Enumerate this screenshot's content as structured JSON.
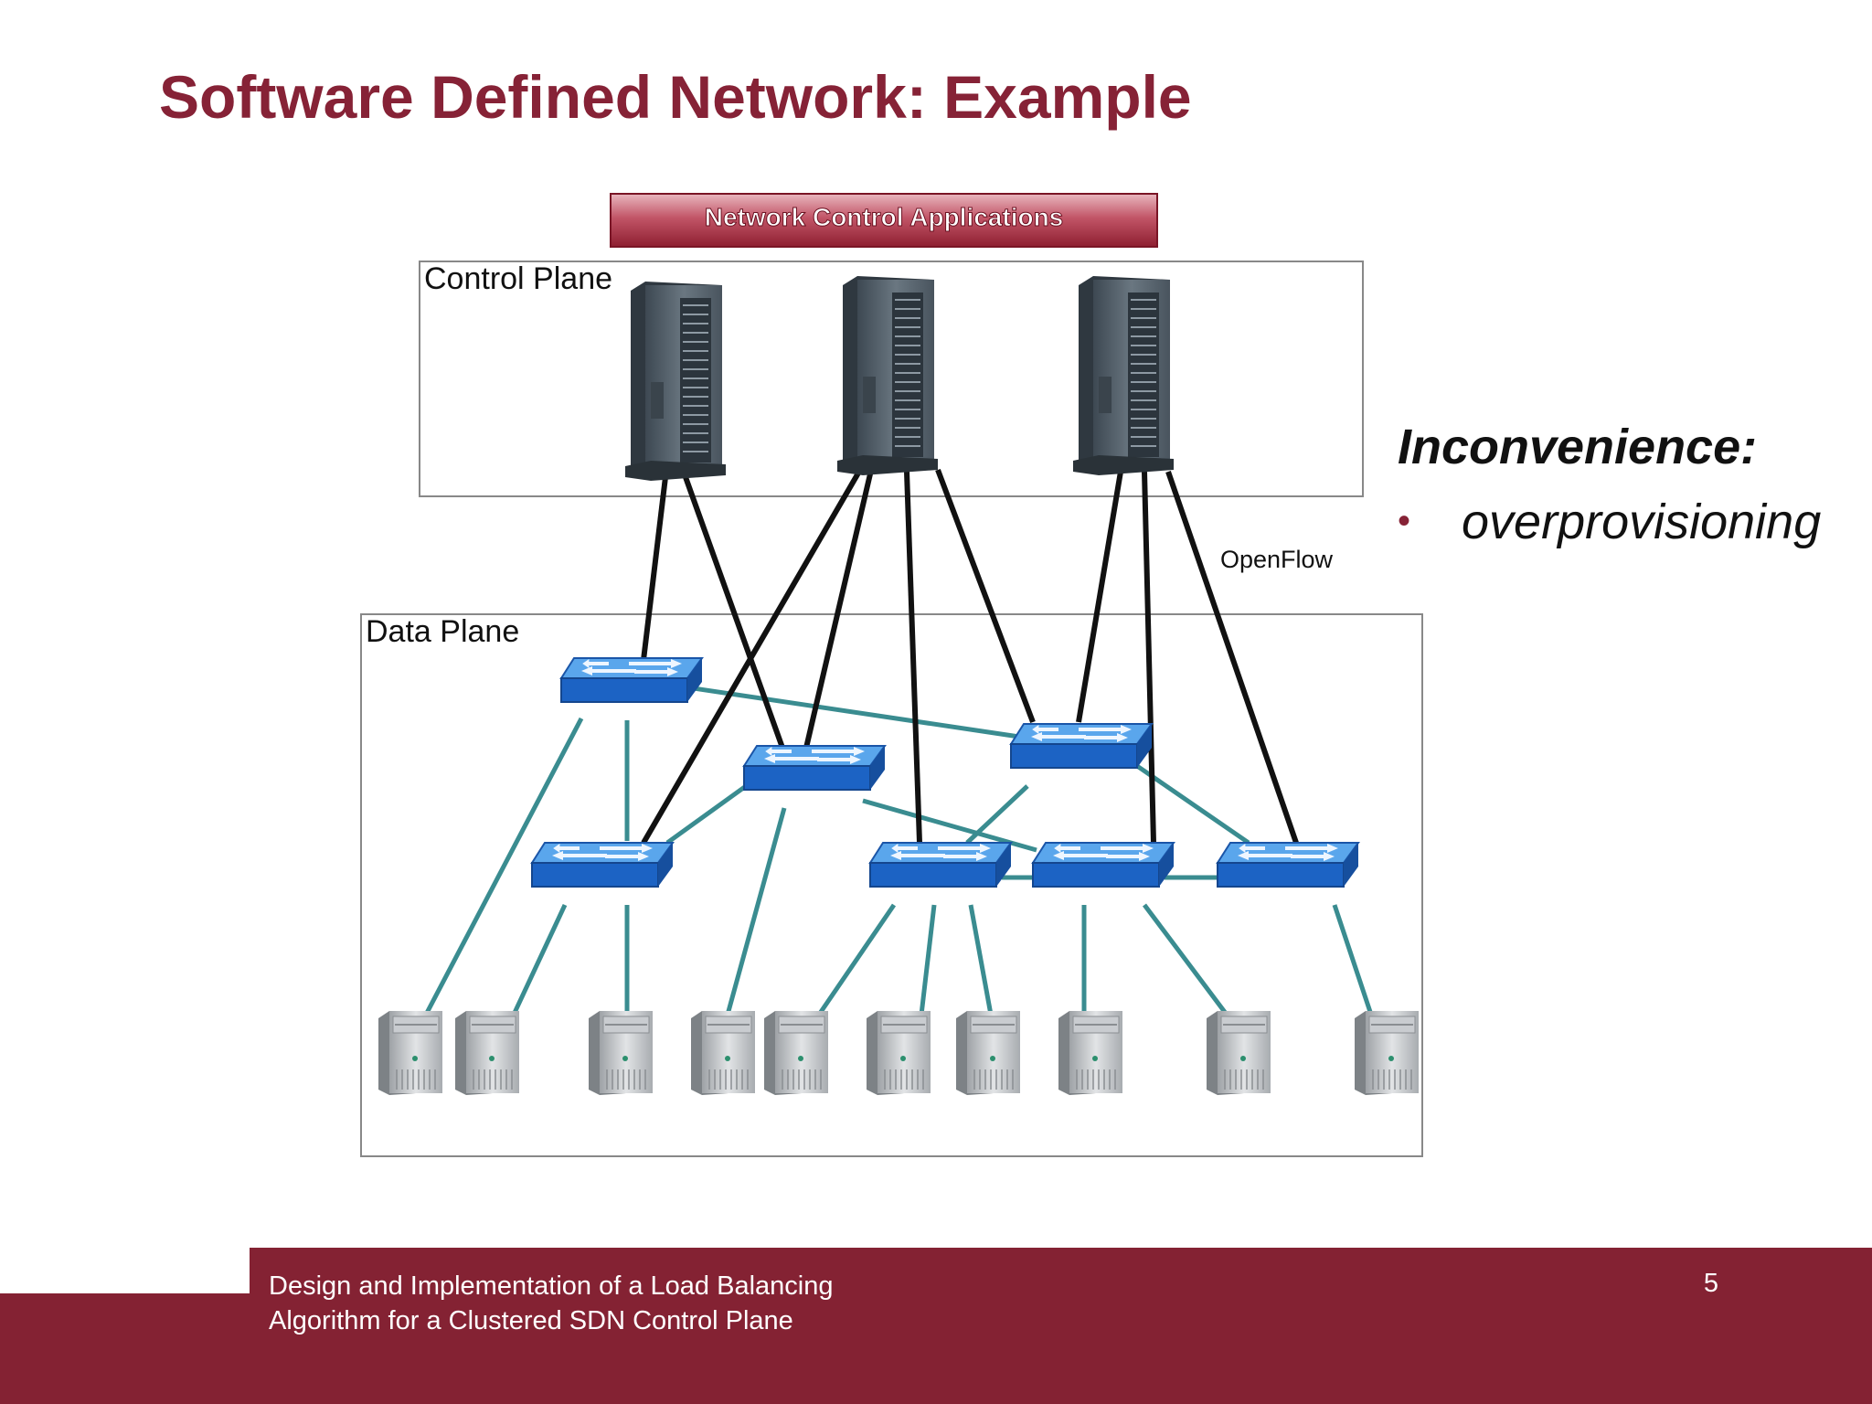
{
  "slide": {
    "title": "Software Defined Network: Example",
    "page_number": "5"
  },
  "diagram": {
    "apps_label": "Network Control Applications",
    "control_plane_label": "Control Plane",
    "data_plane_label": "Data Plane",
    "protocol_label": "OpenFlow",
    "colors": {
      "control_link": "#111111",
      "data_link": "#3a8c90",
      "switch_top": "#3d8fe0",
      "switch_front": "#1c63c4",
      "apps_bar": "#b03b4c"
    }
  },
  "sidebar": {
    "heading": "Inconvenience:",
    "items": [
      "overprovisioning"
    ]
  },
  "footer": {
    "line1": "Design and Implementation of a Load Balancing",
    "line2": "Algorithm for a Clustered SDN Control Plane"
  }
}
